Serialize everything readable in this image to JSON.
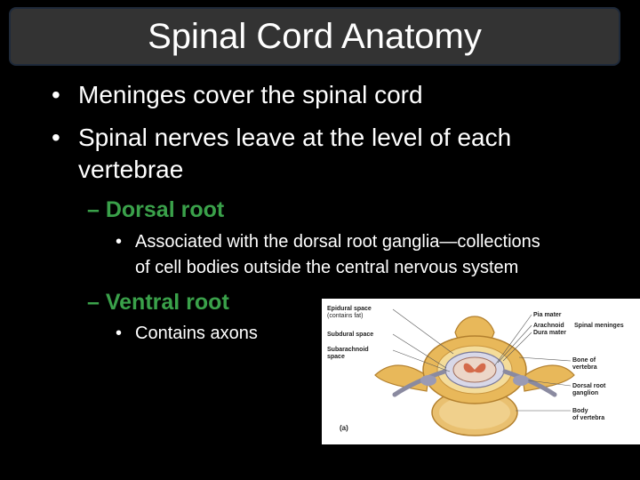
{
  "title": "Spinal Cord Anatomy",
  "bullets": [
    "Meninges cover the spinal cord",
    "Spinal nerves leave at the level of each",
    "vertebrae"
  ],
  "sub_items": {
    "dorsal": "– Dorsal root",
    "dorsal_detail_1": "Associated with the dorsal root ganglia—collections",
    "dorsal_detail_2": "of cell bodies outside the central nervous system",
    "ventral": "– Ventral root",
    "ventral_detail": "Contains axons"
  },
  "figure": {
    "labels": {
      "epidural_1": "Epidural space",
      "epidural_2": "(contains fat)",
      "subdural": "Subdural space",
      "subarachnoid_1": "Subarachnoid",
      "subarachnoid_2": "space",
      "pia": "Pia mater",
      "arachnoid": "Arachnoid",
      "dura": "Dura mater",
      "meninges": "Spinal meninges",
      "bone_1": "Bone of",
      "bone_2": "vertebra",
      "ganglion_1": "Dorsal root",
      "ganglion_2": "ganglion",
      "body_1": "Body",
      "body_2": "of vertebra",
      "panel": "(a)"
    }
  },
  "colors": {
    "background": "#000000",
    "title_bar": "#333333",
    "accent_green": "#3aa14a",
    "bone": "#e8b85a"
  }
}
